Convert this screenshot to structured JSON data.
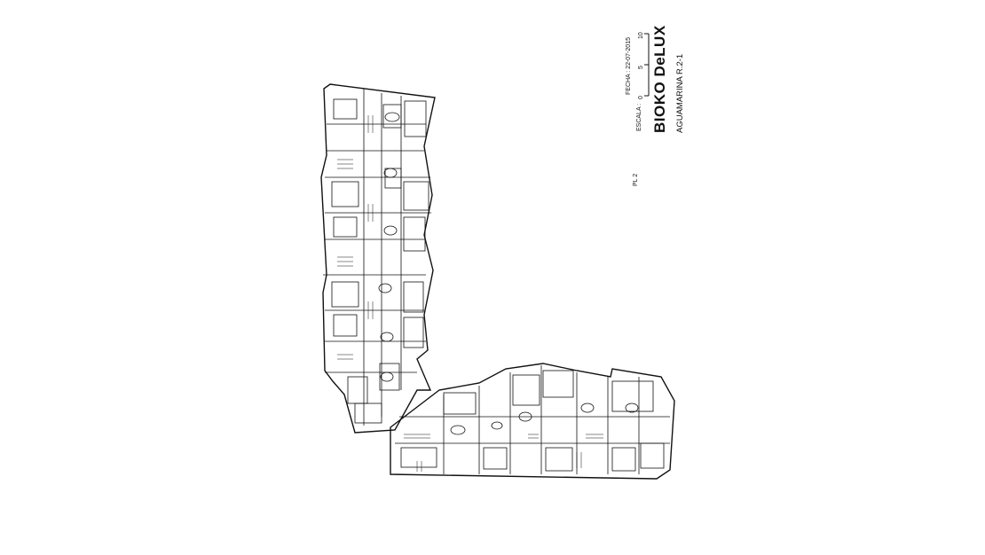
{
  "title_block": {
    "project": "BIOKO DeLUX",
    "building": "AGUAMARINA R.2-1",
    "date_label": "FECHA : 22-07-2015",
    "scale_label": "ESCALA :",
    "scale_ticks": [
      "0",
      "5",
      "10"
    ],
    "sheet": "PL 2"
  },
  "colors": {
    "line": "#111111",
    "background": "#ffffff"
  }
}
